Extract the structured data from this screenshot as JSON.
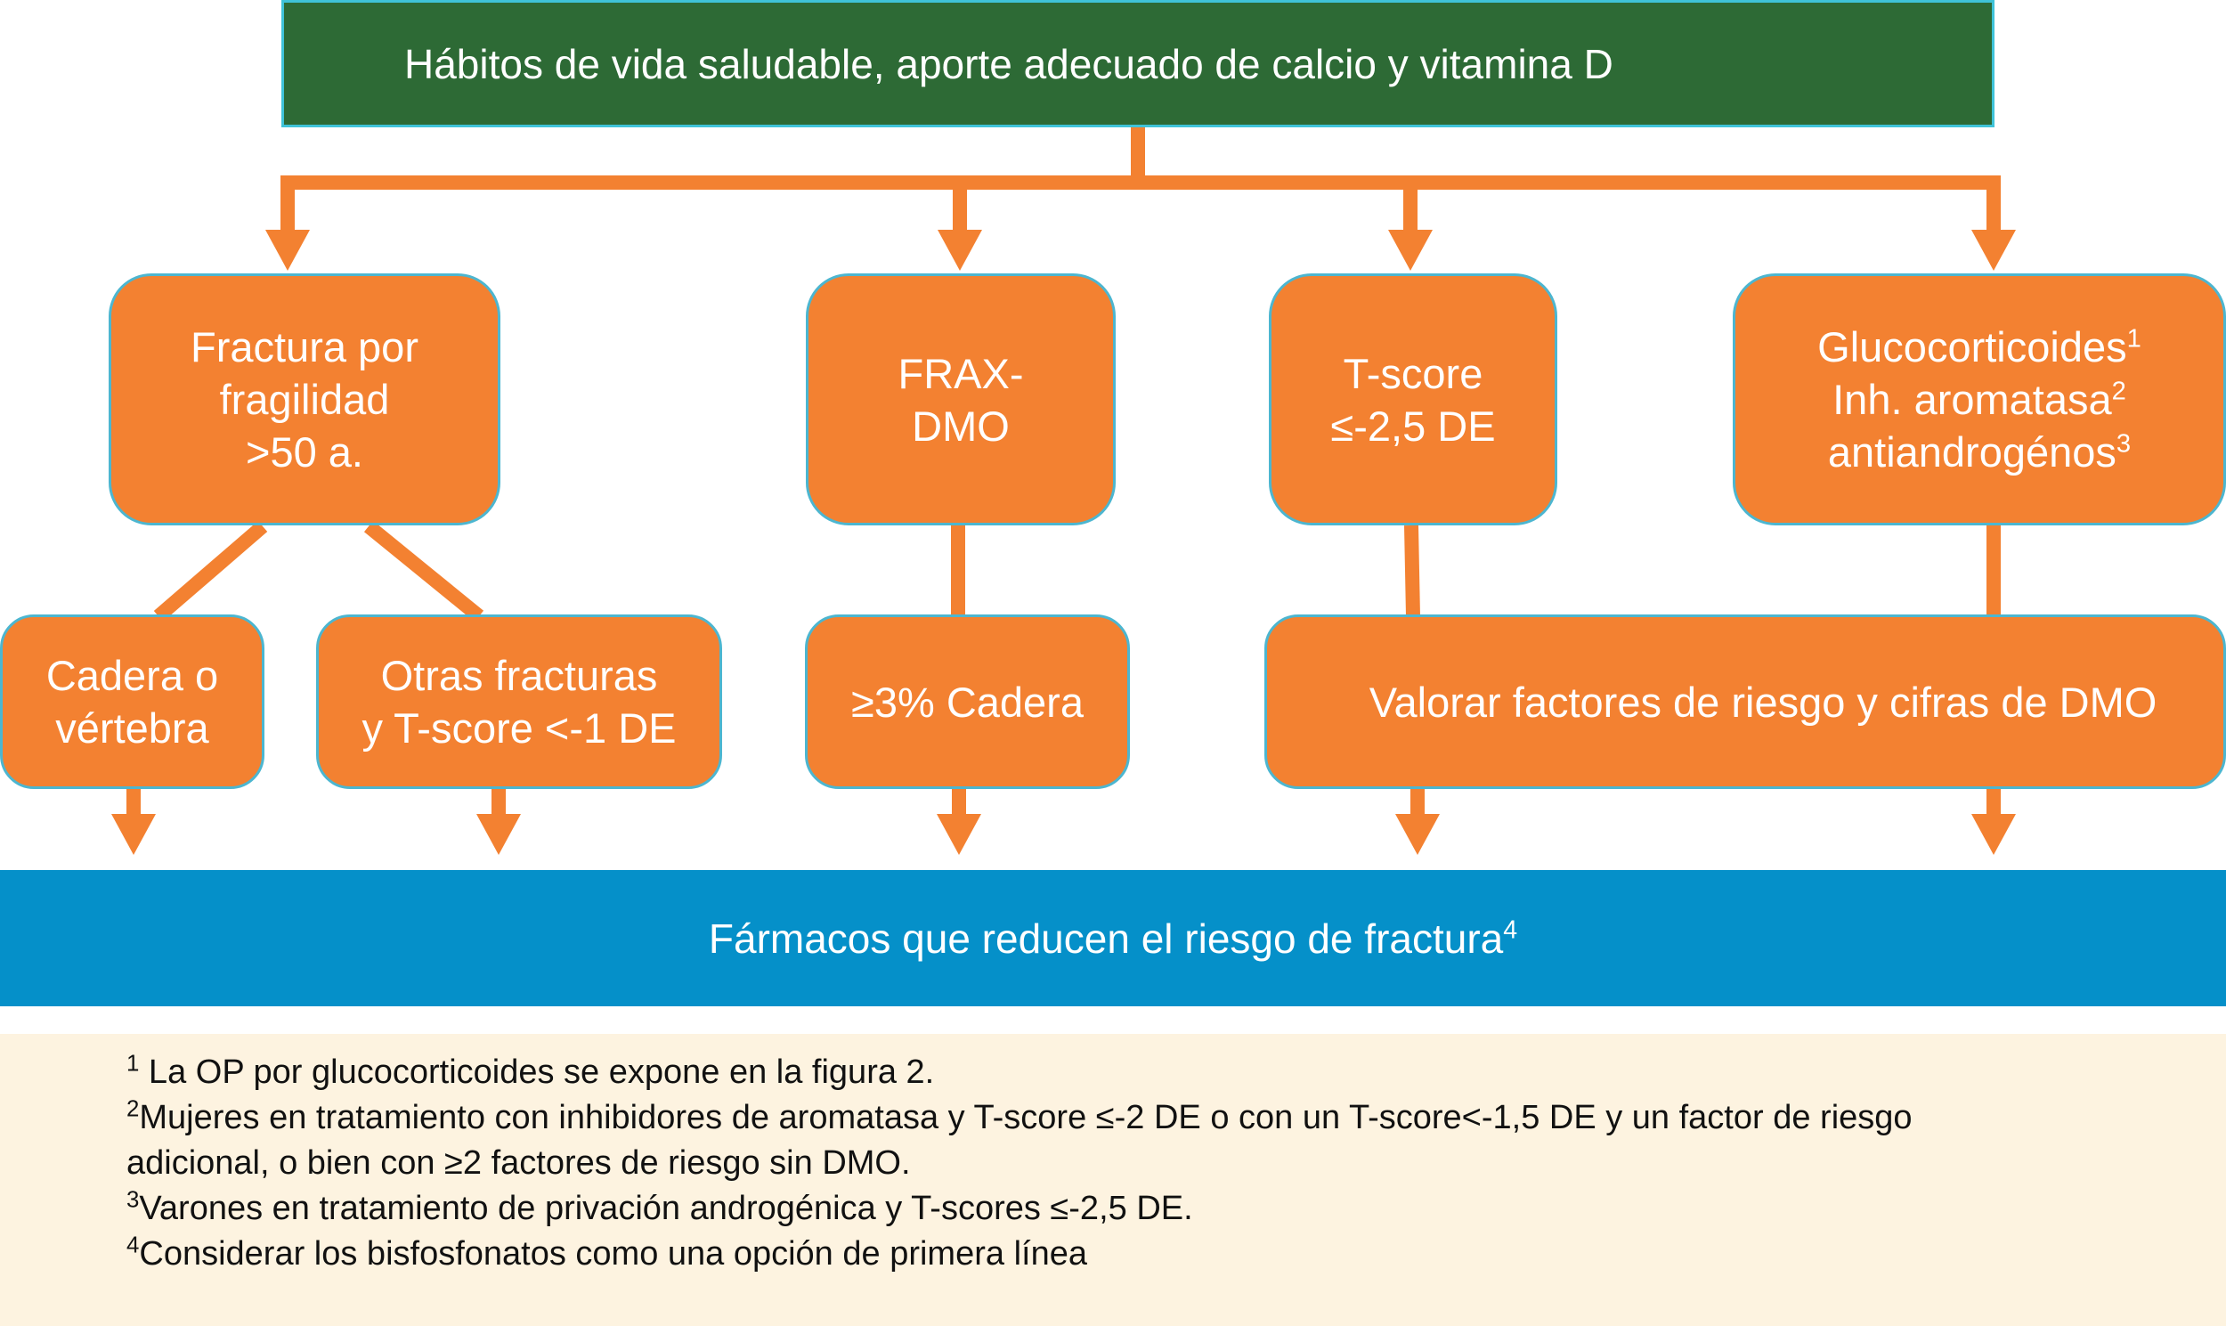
{
  "diagram": {
    "top": {
      "text": "Hábitos de vida saludable, aporte adecuado de calcio y vitamina D"
    },
    "nodes": {
      "fractura": {
        "lines": [
          "Fractura por",
          "fragilidad",
          ">50 a."
        ]
      },
      "frax": {
        "lines": [
          "FRAX-",
          "DMO"
        ]
      },
      "tscore": {
        "lines": [
          "T-score",
          "≤-2,5 DE"
        ]
      },
      "gluco": {
        "lines": [
          "Glucocorticoides",
          "Inh. aromatasa",
          "antiandrogénos"
        ],
        "sups": [
          "1",
          "2",
          "3"
        ]
      },
      "cadera_vertebra": {
        "lines": [
          "Cadera o",
          "vértebra"
        ]
      },
      "otras": {
        "lines": [
          "Otras fracturas",
          "y T-score <-1 DE"
        ]
      },
      "cadera3": {
        "text": "≥3% Cadera"
      },
      "valorar": {
        "text": "Valorar factores de riesgo y cifras de DMO"
      }
    },
    "bottom": {
      "text": "Fármacos que reducen el riesgo de fractura",
      "sup": "4"
    },
    "colors": {
      "green": "#2d6a35",
      "orange": "#f38131",
      "blue": "#0590c9",
      "cream": "#fdf3e0",
      "cyan_border": "#3fc3d8"
    }
  },
  "footnotes": [
    {
      "label": "1",
      "text": " La OP por glucocorticoides se expone en la figura 2."
    },
    {
      "label": "2",
      "text": "Mujeres en tratamiento con inhibidores de aromatasa y T-score ≤-2 DE o con un T-score<-1,5 DE y un factor de riesgo adicional, o bien con ≥2 factores de riesgo sin DMO."
    },
    {
      "label": "3",
      "text": "Varones en tratamiento de privación androgénica y T-scores ≤-2,5 DE."
    },
    {
      "label": "4",
      "text": "Considerar los bisfosfonatos como una opción de primera línea"
    }
  ]
}
